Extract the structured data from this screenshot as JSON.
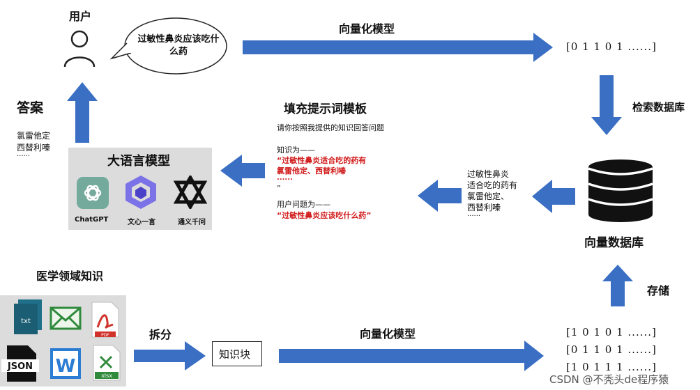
{
  "user": {
    "label": "用户",
    "question": "过敏性鼻炎应该吃什么药"
  },
  "answer": {
    "title": "答案",
    "lines": [
      "氯雷他定",
      "西替利嗪",
      "......"
    ]
  },
  "top_arrow_label": "向量化模型",
  "top_vector": "[0  1  1  0  1  ......]",
  "retrieve_label": "检索数据库",
  "vector_db_label": "向量数据库",
  "store_label": "存储",
  "llm": {
    "title": "大语言模型",
    "models": [
      "ChatGPT",
      "文心一言",
      "通义千问"
    ]
  },
  "prompt_template": {
    "title": "填充提示词模板",
    "instruction": "请你按照我提供的知识回答问题",
    "knowledge_prefix": "知识为——",
    "knowledge_line1": "“过敏性鼻炎适合吃的药有",
    "knowledge_line2": "氯雷他定、西替利嗪",
    "knowledge_line3": "......",
    "knowledge_close": "”",
    "question_prefix": "用户问题为——",
    "question_text": "“过敏性鼻炎应该吃什么药”"
  },
  "retrieved": {
    "lines": [
      "过敏性鼻炎",
      "适合吃的药有",
      "氯雷他定、",
      "西替利嗪",
      "......"
    ]
  },
  "medical": {
    "title": "医学领域知识",
    "file_labels": [
      "txt",
      "JSON",
      "PDF",
      "xlsx"
    ]
  },
  "split_label": "拆分",
  "chunk_label": "知识块",
  "bottom_arrow_label": "向量化模型",
  "bottom_vectors": [
    "[1  0  1  0  1  ......]",
    "[0  1  1  0  1  ......]",
    "[1  0  1  1  1  ......]"
  ],
  "watermark": "CSDN @不秃头de程序猿",
  "colors": {
    "arrow": "#3a6fc4",
    "accent_red": "#d11a1a",
    "panel": "#dcdcdc"
  }
}
